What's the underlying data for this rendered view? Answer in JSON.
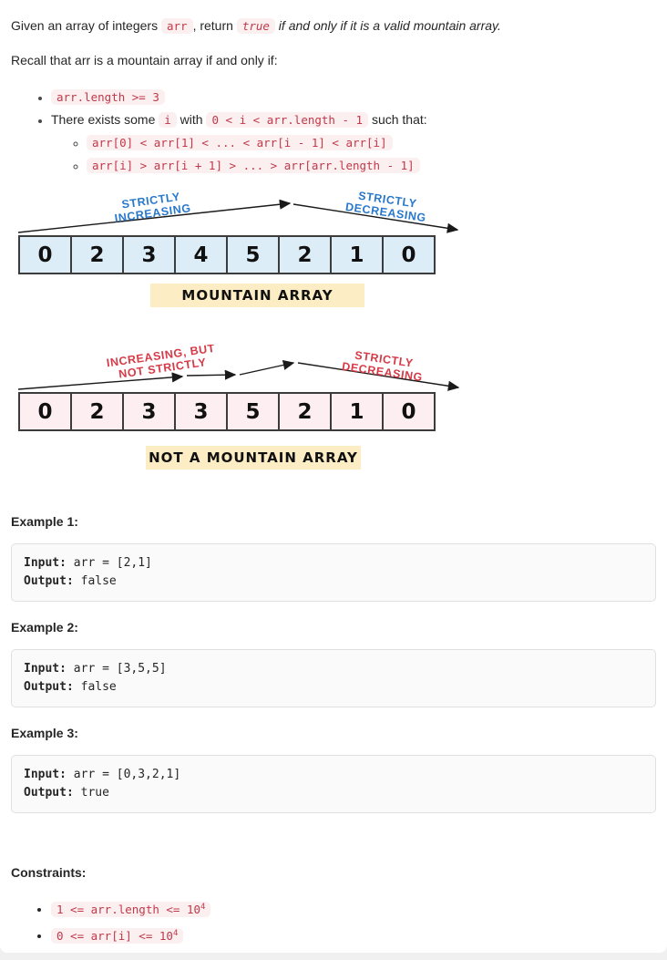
{
  "colors": {
    "page_bg": "#f0f0f0",
    "body_text": "#262626",
    "inline_code_text": "#c0394b",
    "inline_code_bg": "#fbefef",
    "diagram_blue_label": "#2878cc",
    "diagram_red_label": "#d63a47",
    "cell_blue_bg": "#ddedf7",
    "cell_pink_bg": "#fdeef2",
    "caption_bg": "#fcedc4",
    "example_block_bg": "#fafafa",
    "example_block_border": "#e0e0e0"
  },
  "intro": {
    "p1_t1": "Given an array of integers ",
    "p1_code1": "arr",
    "p1_t2": ", return ",
    "p1_code2": "true",
    "p1_t3": " if and only if it is a valid mountain array.",
    "p2": "Recall that arr is a mountain array if and only if:"
  },
  "rules": {
    "b1_code": "arr.length >= 3",
    "b2_t1": "There exists some ",
    "b2_code1": "i",
    "b2_t2": " with ",
    "b2_code2": "0 < i < arr.length - 1",
    "b2_t3": " such that:",
    "sub1_code": "arr[0] < arr[1] < ... < arr[i - 1] < arr[i]",
    "sub2_code": "arr[i] > arr[i + 1] > ... > arr[arr.length - 1]"
  },
  "diagram_mountain": {
    "values": [
      "0",
      "2",
      "3",
      "4",
      "5",
      "2",
      "1",
      "0"
    ],
    "inc_label_1": "STRICTLY",
    "inc_label_2": "INCREASING",
    "dec_label_1": "STRICTLY",
    "dec_label_2": "DECREASING",
    "caption": "MOUNTAIN ARRAY"
  },
  "diagram_not_mountain": {
    "values": [
      "0",
      "2",
      "3",
      "3",
      "5",
      "2",
      "1",
      "0"
    ],
    "inc_label_1": "INCREASING, BUT",
    "inc_label_2": "NOT STRICTLY",
    "dec_label_1": "STRICTLY",
    "dec_label_2": "DECREASING",
    "caption": "NOT A MOUNTAIN ARRAY"
  },
  "examples": [
    {
      "title": "Example 1:",
      "input_label": "Input:",
      "input_value": " arr = [2,1]",
      "output_label": "Output:",
      "output_value": " false"
    },
    {
      "title": "Example 2:",
      "input_label": "Input:",
      "input_value": " arr = [3,5,5]",
      "output_label": "Output:",
      "output_value": " false"
    },
    {
      "title": "Example 3:",
      "input_label": "Input:",
      "input_value": " arr = [0,3,2,1]",
      "output_label": "Output:",
      "output_value": " true"
    }
  ],
  "constraints": {
    "title": "Constraints:",
    "items": [
      {
        "base": "1 <= arr.length <= 10",
        "sup": "4"
      },
      {
        "base": "0 <= arr[i] <= 10",
        "sup": "4"
      }
    ]
  }
}
